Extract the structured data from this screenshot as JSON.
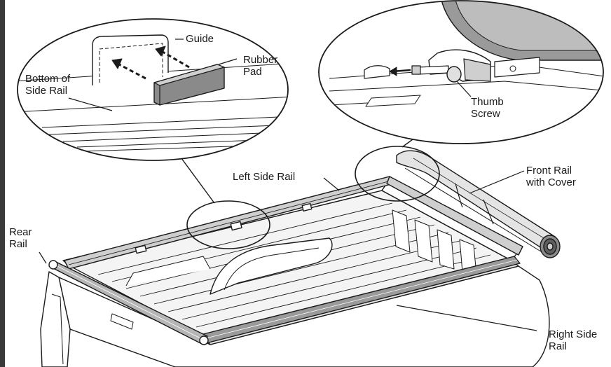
{
  "labels": {
    "guide": "Guide",
    "rubber_pad": "Rubber\nPad",
    "bottom_of_side_rail": "Bottom of\nSide Rail",
    "thumb_screw": "Thumb\nScrew",
    "left_side_rail": "Left Side Rail",
    "front_rail_with_cover": "Front Rail\nwith Cover",
    "rear_rail": "Rear\nRail",
    "right_side_rail": "Right Side\nRail"
  },
  "colors": {
    "line": "#1a1a1a",
    "fill_light": "#ffffff",
    "fill_mid": "#cfcfcf",
    "fill_dark": "#8a8a8a",
    "frame": "#3a3a3a"
  }
}
